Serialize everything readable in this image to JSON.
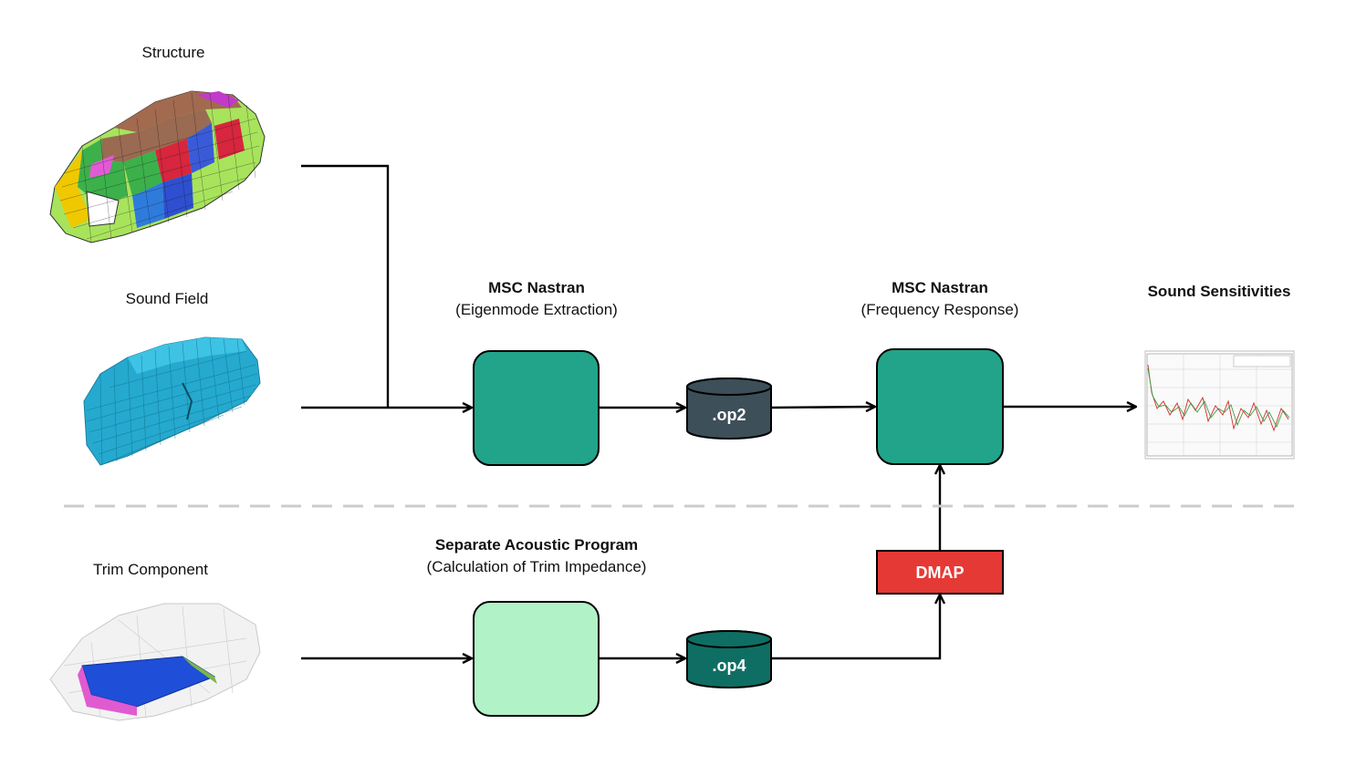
{
  "inputs": {
    "structure": {
      "label": "Structure"
    },
    "sound_field": {
      "label": "Sound Field"
    },
    "trim_component": {
      "label": "Trim Component"
    }
  },
  "processes": {
    "eigen": {
      "title": "MSC Nastran",
      "subtitle": "(Eigenmode Extraction)",
      "color": "#21A48A"
    },
    "freq": {
      "title": "MSC Nastran",
      "subtitle": "(Frequency Response)",
      "color": "#21A48A"
    },
    "acoustic": {
      "title": "Separate Acoustic Program",
      "subtitle": "(Calculation of Trim Impedance)",
      "color": "#B1F2C6"
    }
  },
  "files": {
    "op2": {
      "label": ".op2",
      "color": "#3D4F59"
    },
    "op4": {
      "label": ".op4",
      "color": "#0F6E63"
    }
  },
  "dmap": {
    "label": "DMAP",
    "color": "#E53935"
  },
  "output": {
    "title": "Sound Sensitivities"
  },
  "colors": {
    "line": "#000000",
    "separator": "#CCCCCC"
  }
}
